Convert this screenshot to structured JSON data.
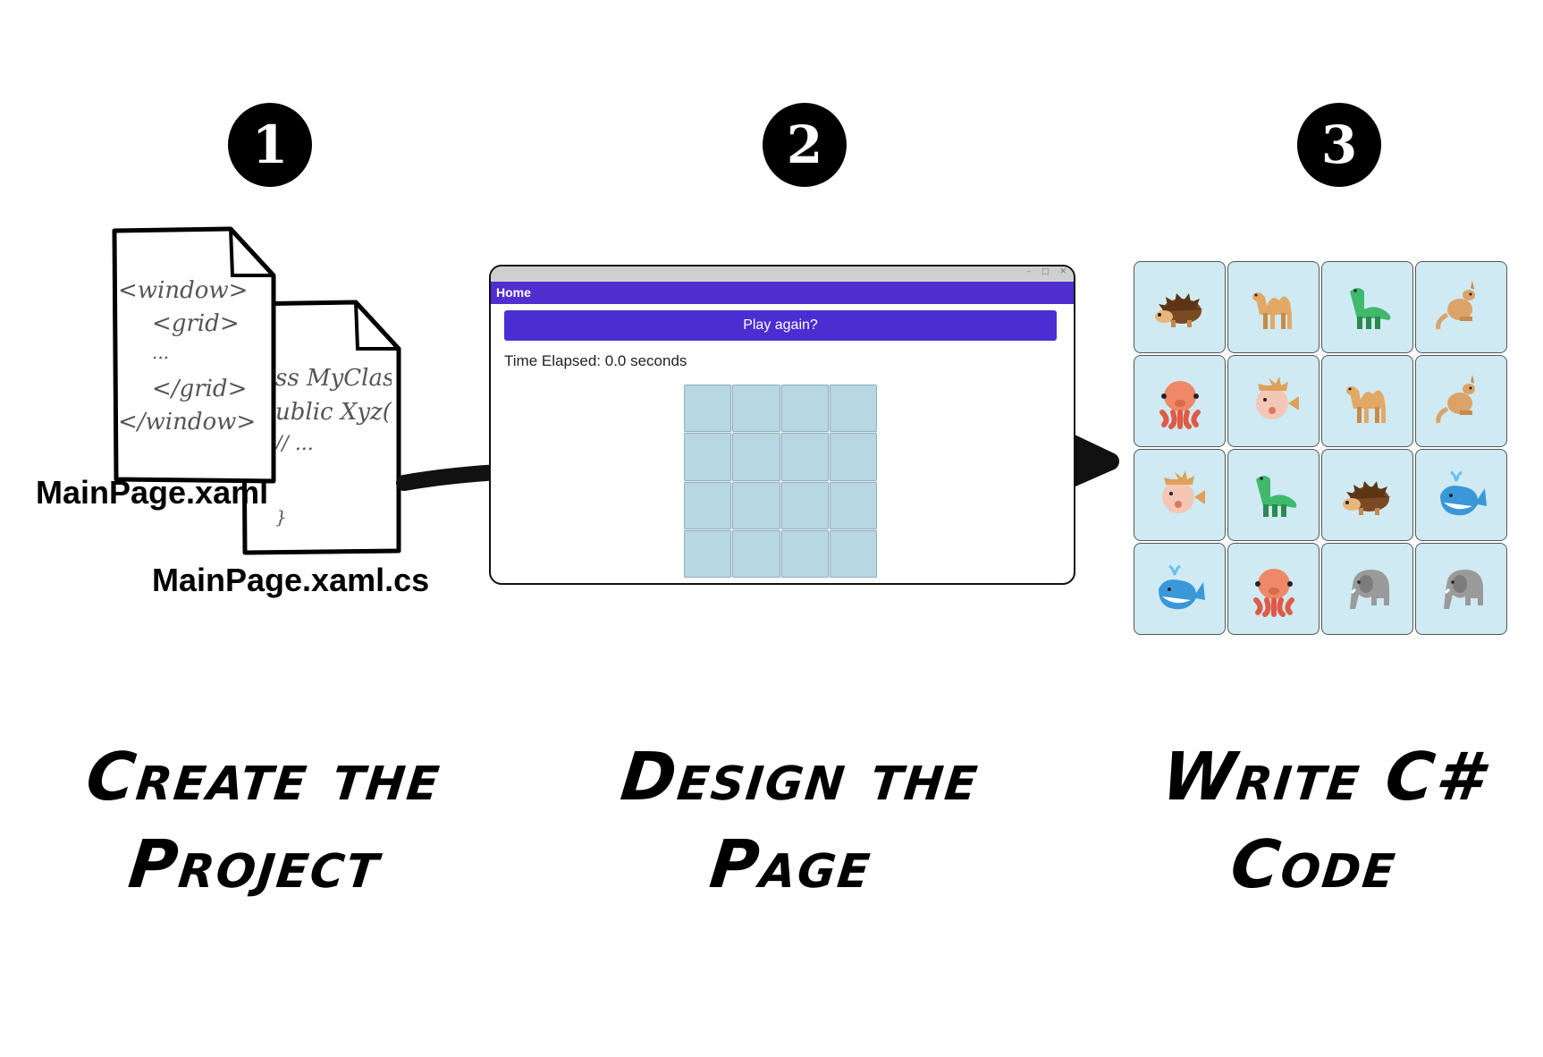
{
  "steps": [
    {
      "number": "1",
      "caption_line1": "Create the",
      "caption_line2": "Project"
    },
    {
      "number": "2",
      "caption_line1": "Design the",
      "caption_line2": "Page"
    },
    {
      "number": "3",
      "caption_line1": "Write C#",
      "caption_line2": "Code"
    }
  ],
  "files": {
    "xaml": {
      "label": "MainPage.xaml",
      "lines": [
        "<window>",
        "<grid>",
        "...",
        "</grid>",
        "</window>"
      ]
    },
    "cs": {
      "label": "MainPage.xaml.cs",
      "lines": [
        "ss MyClass{",
        "ublic Xyz() {",
        "// ...",
        "}"
      ]
    }
  },
  "app_window": {
    "nav_title": "Home",
    "play_button": "Play again?",
    "time_label": "Time Elapsed: 0.0 seconds",
    "grid_rows": 4,
    "grid_cols": 4
  },
  "animal_grid": [
    [
      "hedgehog-icon",
      "camel-icon",
      "dinosaur-icon",
      "kangaroo-icon"
    ],
    [
      "octopus-icon",
      "blowfish-icon",
      "camel-icon",
      "kangaroo-icon"
    ],
    [
      "blowfish-icon",
      "dinosaur-icon",
      "hedgehog-icon",
      "whale-icon"
    ],
    [
      "whale-icon",
      "octopus-icon",
      "elephant-icon",
      "elephant-icon"
    ]
  ],
  "colors": {
    "accent_purple": "#4b2ed1",
    "empty_tile": "#b7d8e3",
    "animal_tile": "#cfeaf2"
  }
}
